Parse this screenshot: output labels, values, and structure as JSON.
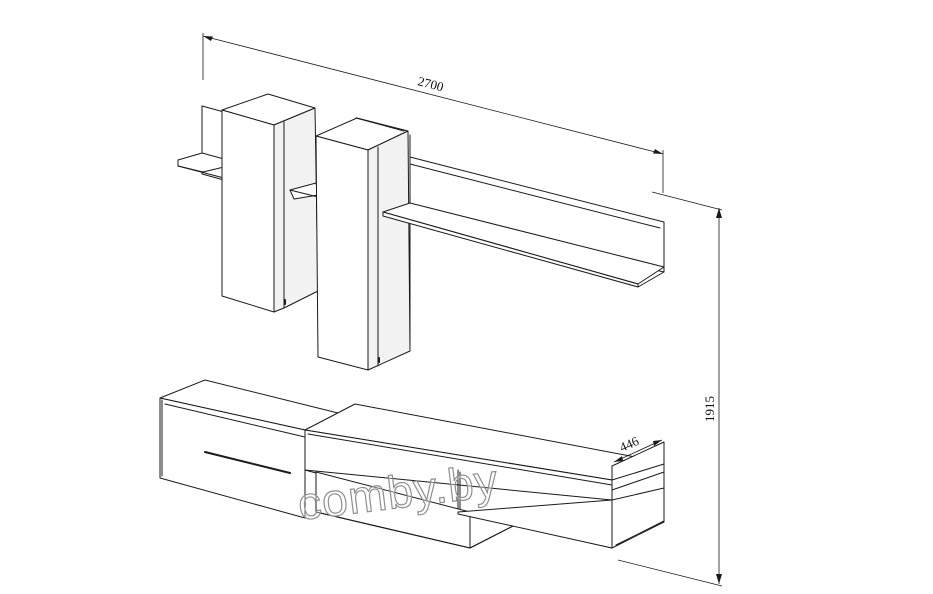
{
  "dimensions": {
    "width_label": "2700",
    "height_label": "1915",
    "depth_label": "446"
  },
  "watermark": {
    "text": "comby.by"
  },
  "colors": {
    "line": "#1a1a1a",
    "background": "#ffffff",
    "watermark_outline": "#8e8e8e"
  }
}
